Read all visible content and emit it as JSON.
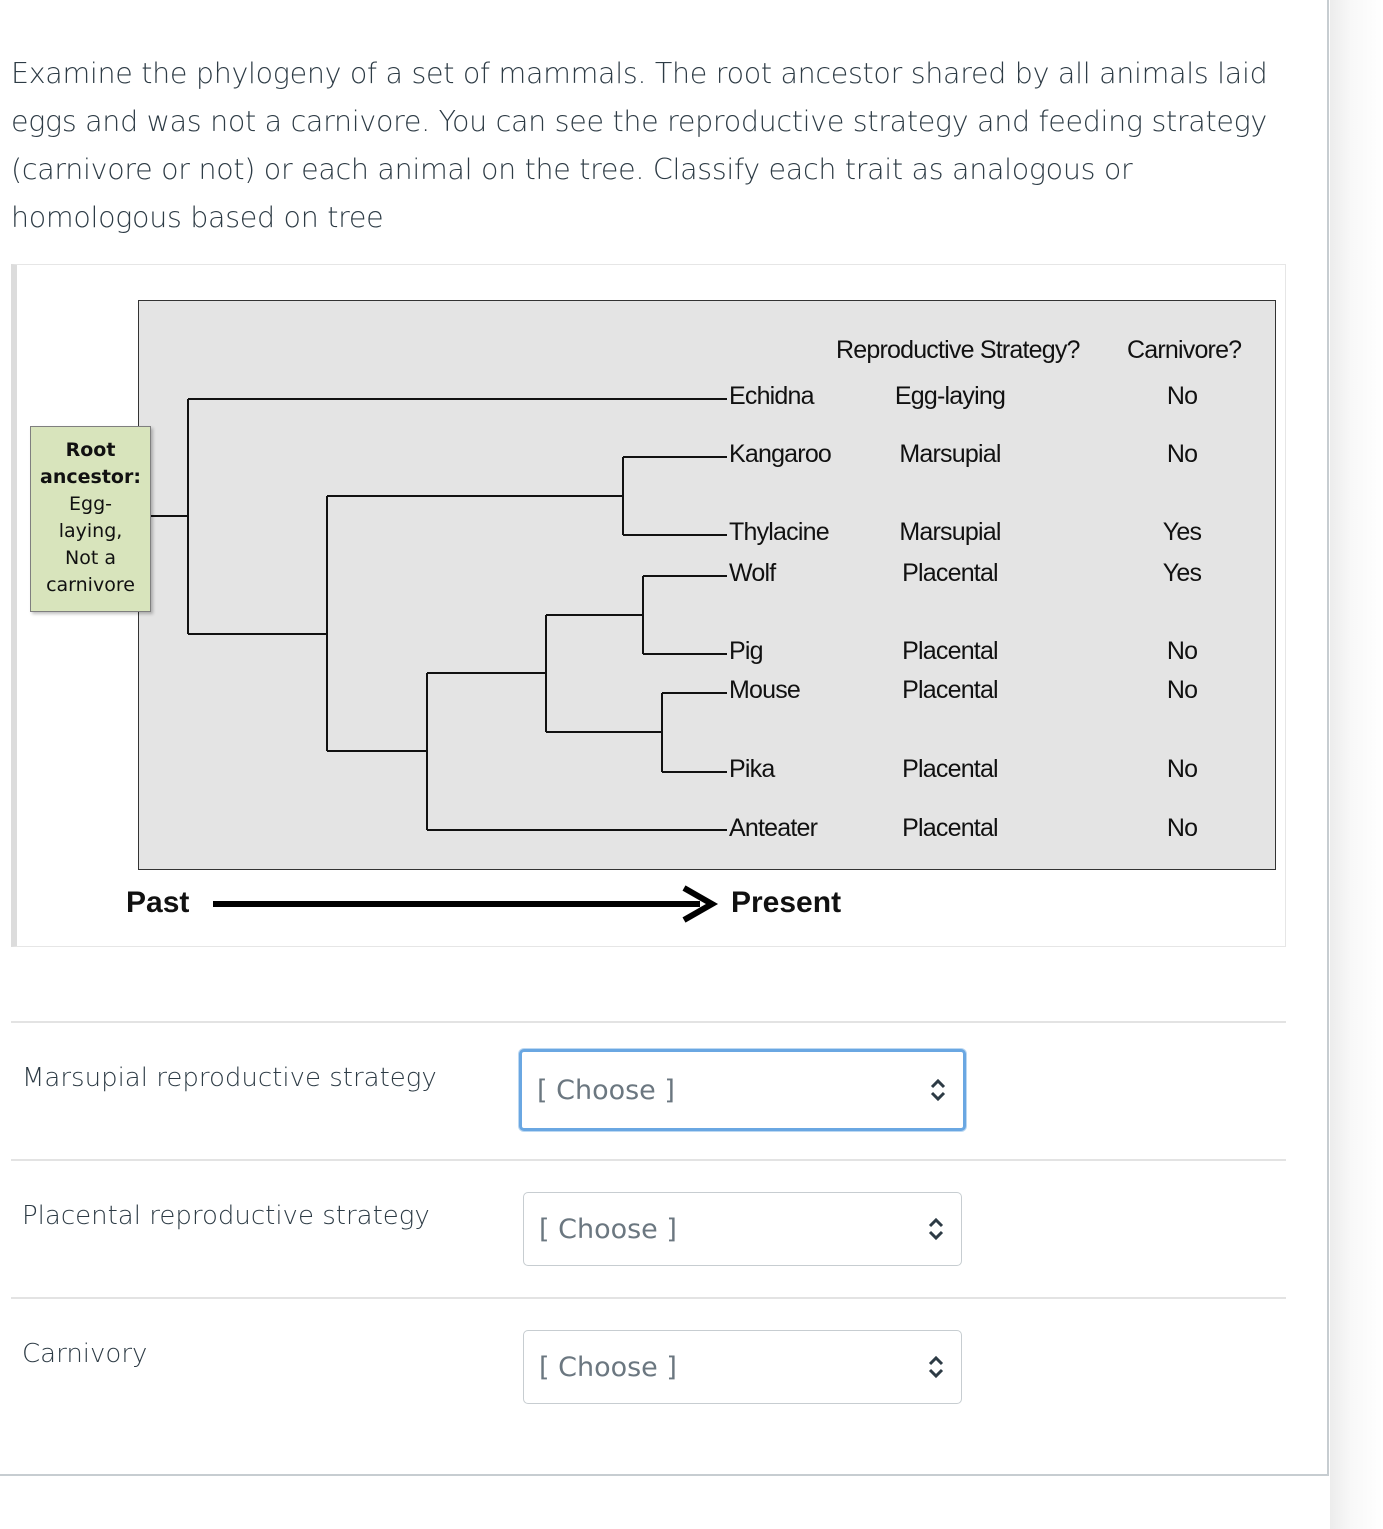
{
  "question": {
    "text": "Examine the phylogeny of a set of mammals. The root ancestor shared by all animals laid eggs and was not a carnivore. You can see the reproductive strategy and feeding strategy (carnivore or not) or each animal on the tree. Classify each trait as analogous or homologous based on tree"
  },
  "figure": {
    "root_box": {
      "title_line1": "Root",
      "title_line2": "ancestor:",
      "line3": "Egg-",
      "line4": "laying,",
      "line5": "Not a",
      "line6": "carnivore"
    },
    "headers": {
      "reproductive": "Reproductive Strategy?",
      "carnivore": "Carnivore?"
    },
    "taxa": [
      {
        "name": "Echidna",
        "reproductive": "Egg-laying",
        "carnivore": "No"
      },
      {
        "name": "Kangaroo",
        "reproductive": "Marsupial",
        "carnivore": "No"
      },
      {
        "name": "Thylacine",
        "reproductive": "Marsupial",
        "carnivore": "Yes"
      },
      {
        "name": "Wolf",
        "reproductive": "Placental",
        "carnivore": "Yes"
      },
      {
        "name": "Pig",
        "reproductive": "Placental",
        "carnivore": "No"
      },
      {
        "name": "Mouse",
        "reproductive": "Placental",
        "carnivore": "No"
      },
      {
        "name": "Pika",
        "reproductive": "Placental",
        "carnivore": "No"
      },
      {
        "name": "Anteater",
        "reproductive": "Placental",
        "carnivore": "No"
      }
    ],
    "axis": {
      "past": "Past",
      "present": "Present"
    }
  },
  "answers": [
    {
      "label": "Marsupial reproductive strategy",
      "selected": "[ Choose ]"
    },
    {
      "label": "Placental reproductive strategy",
      "selected": "[ Choose ]"
    },
    {
      "label": "Carnivory",
      "selected": "[ Choose ]"
    }
  ],
  "icons": {
    "select_caret": "up-down-chevron-icon",
    "axis_arrow": "right-arrow-icon"
  },
  "colors": {
    "text": "#2d3b45",
    "root_box_fill": "#d8e4bc",
    "tree_bg": "#e4e4e4",
    "focus_ring": "#6aa7e2"
  }
}
